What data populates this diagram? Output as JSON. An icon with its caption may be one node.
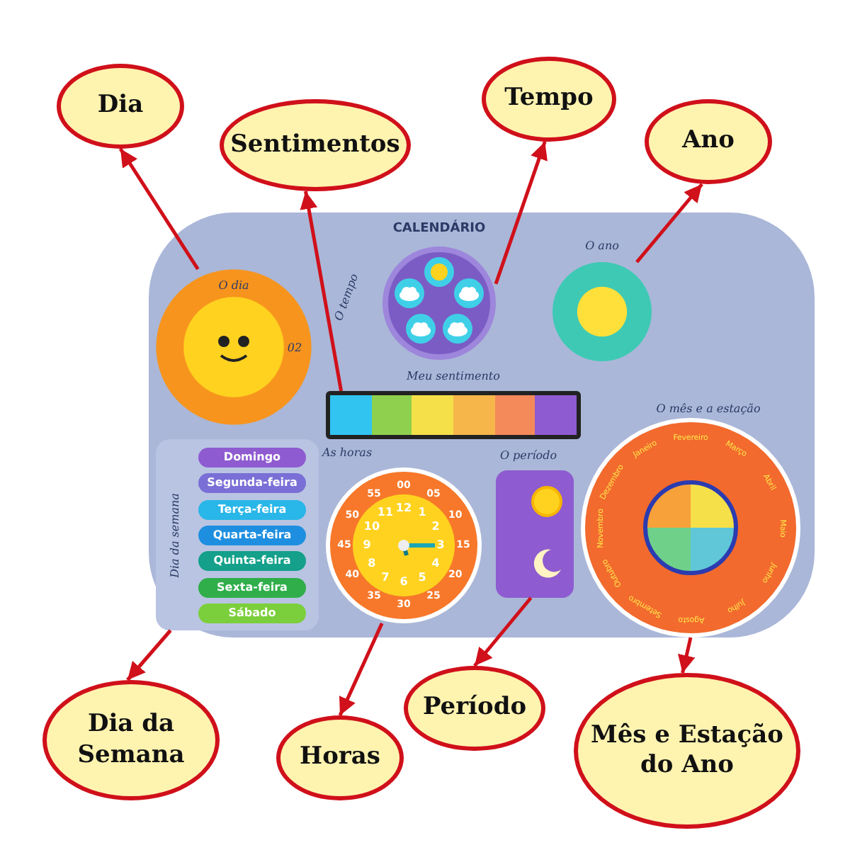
{
  "diagram": {
    "nodes": [
      {
        "text": [
          "Dia"
        ]
      },
      {
        "text": [
          "Sentimentos"
        ]
      },
      {
        "text": [
          "Tempo"
        ]
      },
      {
        "text": [
          "Ano"
        ]
      },
      {
        "text": [
          "Dia da Semana"
        ]
      },
      {
        "text": [
          "Horas"
        ]
      },
      {
        "text": [
          "Período"
        ]
      },
      {
        "text": [
          "Mês e Estação do Ano"
        ]
      },
      {
        "text": [],
        "shape": "picture"
      },
      {
        "text": [],
        "shape": "picture",
        "in": 8
      },
      {
        "text": [],
        "shape": "picture",
        "in": 8
      },
      {
        "text": [],
        "shape": "picture",
        "in": 8
      },
      {
        "text": [],
        "shape": "picture",
        "in": 8
      },
      {
        "text": [],
        "shape": "picture",
        "in": 8
      },
      {
        "text": [],
        "shape": "picture",
        "in": 8
      },
      {
        "text": [],
        "shape": "picture",
        "in": 8
      },
      {
        "text": [],
        "shape": "picture",
        "in": 8
      }
    ],
    "edges": [
      {
        "from": 9,
        "to": 0,
        "arrow": "to"
      },
      {
        "from": 11,
        "to": 1,
        "arrow": "to"
      },
      {
        "from": 10,
        "to": 2,
        "arrow": "to"
      },
      {
        "from": 12,
        "to": 3,
        "arrow": "to"
      },
      {
        "from": 13,
        "to": 4,
        "arrow": "to"
      },
      {
        "from": 14,
        "to": 5,
        "arrow": "to"
      },
      {
        "from": 15,
        "to": 6,
        "arrow": "to"
      },
      {
        "from": 16,
        "to": 7,
        "arrow": "to"
      }
    ],
    "labels": [
      "O dia",
      "02",
      "CALENDÁRIO",
      "O tempo",
      "O ano",
      "Meu sentimento",
      "Domingo",
      "Segunda-feira",
      "Terça-feira",
      "Quarta-feira",
      "Quinta-feira",
      "Sexta-feira",
      "Sábado",
      "Dia da semana",
      "As horas",
      "00",
      "05",
      "10",
      "15",
      "20",
      "25",
      "30",
      "35",
      "40",
      "45",
      "50",
      "55",
      "12",
      "1",
      "2",
      "3",
      "4",
      "5",
      "6",
      "7",
      "8",
      "9",
      "10",
      "11",
      "O período",
      "O mês e a estação",
      "Janeiro",
      "Fevereiro",
      "Março",
      "Abril",
      "Maio",
      "Junho",
      "Julho",
      "Agosto",
      "Setembro",
      "Outubro",
      "Novembro",
      "Dezembro"
    ]
  }
}
